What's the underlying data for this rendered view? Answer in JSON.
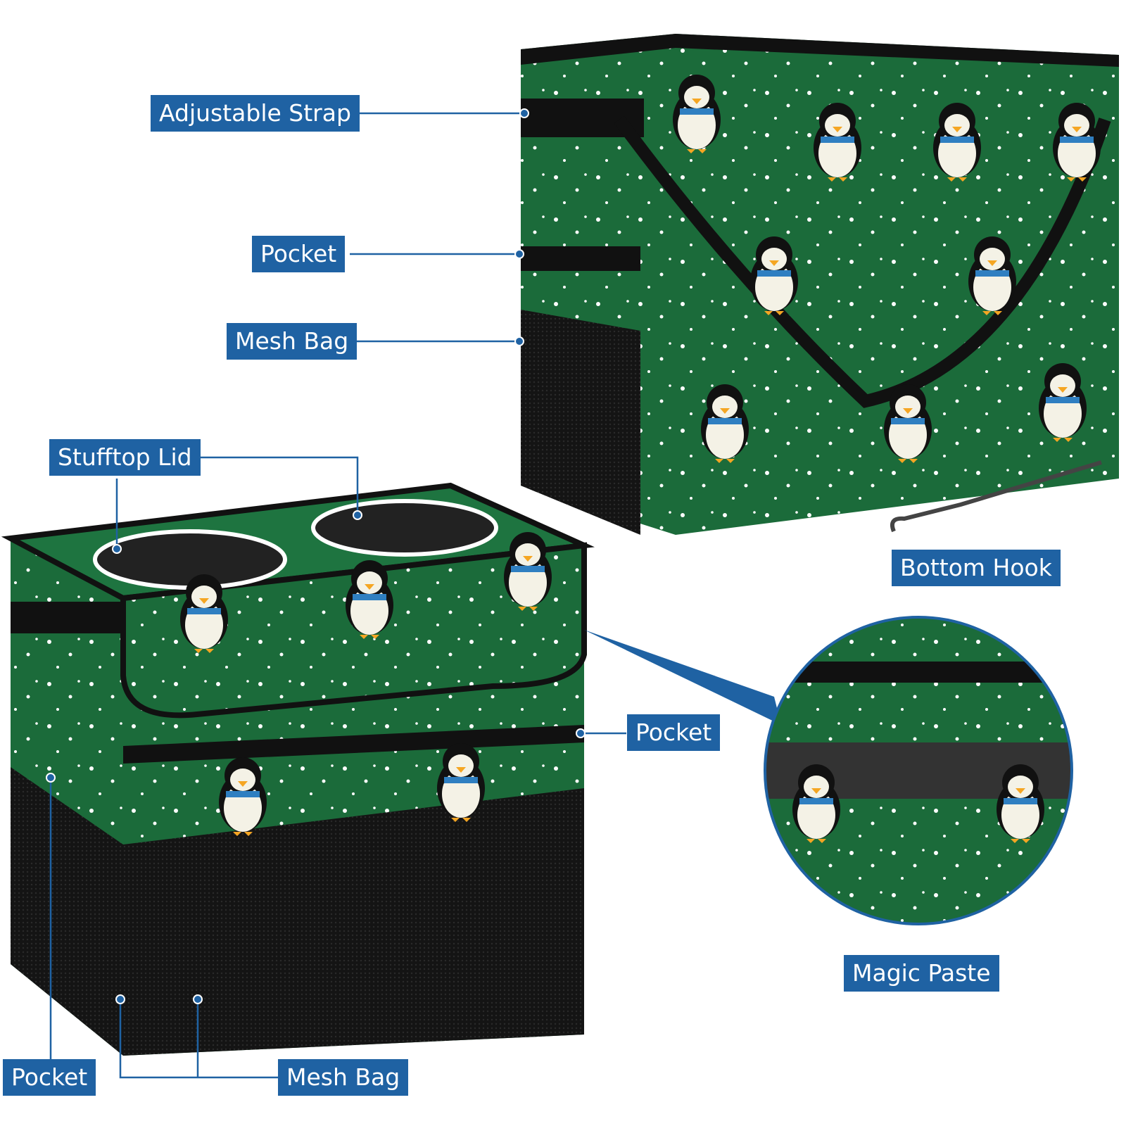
{
  "colors": {
    "label_bg": "#1f62a3",
    "fabric_green": "#1b6b3a",
    "mesh_black": "#1a1a1a",
    "callout_line": "#1f62a3"
  },
  "labels": {
    "adjustable_strap": "Adjustable Strap",
    "pocket_top": "Pocket",
    "mesh_bag_top": "Mesh Bag",
    "stufftop_lid": "Stufftop Lid",
    "bottom_hook": "Bottom Hook",
    "pocket_right": "Pocket",
    "magic_paste": "Magic Paste",
    "pocket_bottom": "Pocket",
    "mesh_bag_bottom": "Mesh Bag"
  }
}
